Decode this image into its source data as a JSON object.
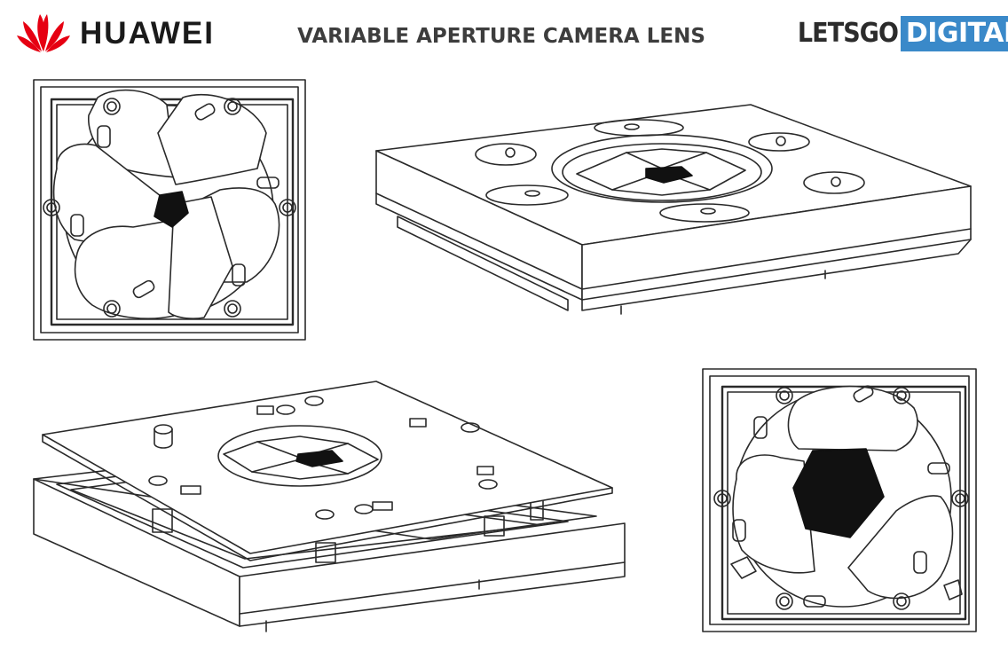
{
  "header": {
    "brand_left": "HUAWEI",
    "title": "VARIABLE APERTURE CAMERA LENS",
    "brand_right_a": "LETSGO",
    "brand_right_b": "DIGITAL"
  },
  "colors": {
    "huawei_red": "#e60012",
    "letsgo_blue": "#3a89c9",
    "line": "#2a2a2a",
    "aperture_fill": "#111111"
  },
  "figures": [
    "aperture-top-view-small",
    "module-isometric-view",
    "module-exploded-view",
    "aperture-top-view-open"
  ]
}
